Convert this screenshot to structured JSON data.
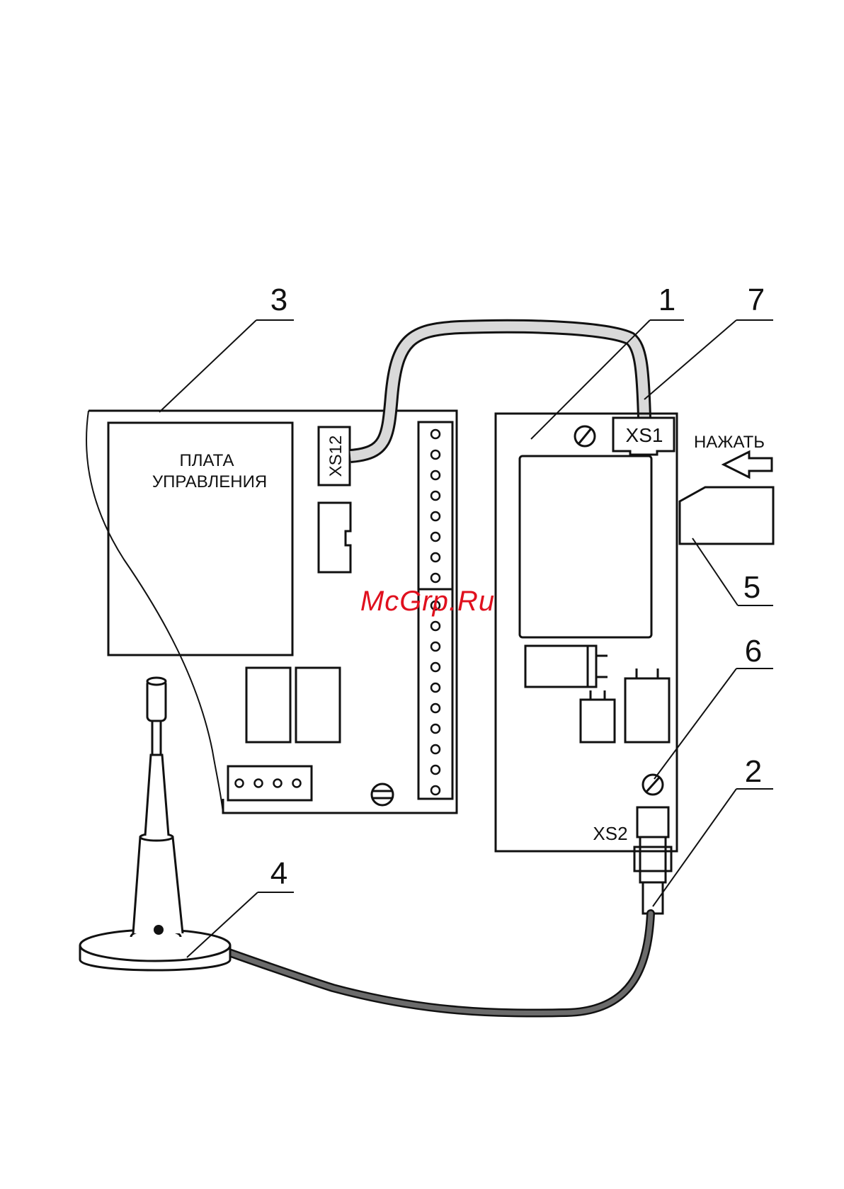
{
  "labels": {
    "control_board": [
      "ПЛАТА",
      "УПРАВЛЕНИЯ"
    ],
    "xs12": "XS12",
    "xs1": "XS1",
    "xs2": "XS2",
    "press": "НАЖАТЬ",
    "watermark": "McGrp.Ru"
  },
  "callouts": [
    "1",
    "2",
    "3",
    "4",
    "5",
    "6",
    "7"
  ],
  "colors": {
    "ink": "#111111",
    "ribbon": "#d9d9d9",
    "cable": "#6b6b6b",
    "watermark": "#e0101e"
  }
}
